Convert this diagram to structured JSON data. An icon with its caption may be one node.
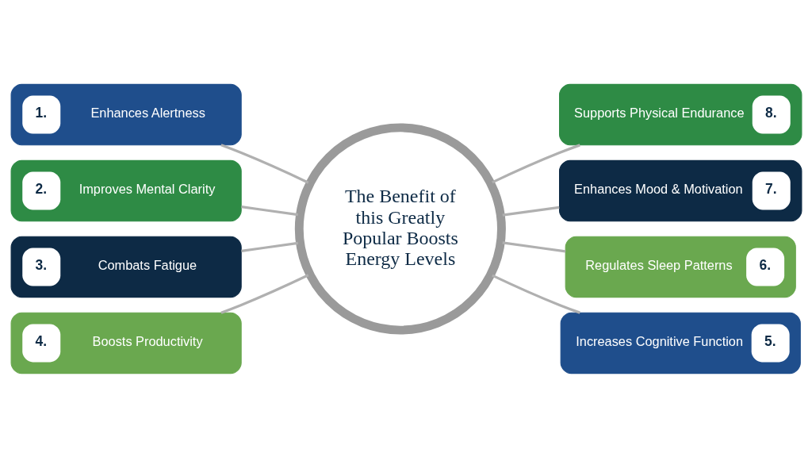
{
  "diagram": {
    "nodes": [
      {
        "text": [
          "The Benefit of this Greatly Popular Boosts Energy Levels"
        ]
      },
      {
        "text": [
          "1.",
          "Enhances Alertness"
        ]
      },
      {
        "text": [
          "2.",
          "Improves Mental Clarity"
        ]
      },
      {
        "text": [
          "3.",
          "Combats Fatigue"
        ]
      },
      {
        "text": [
          "4.",
          "Boosts Productivity"
        ]
      },
      {
        "text": [
          "Increases Cognitive Function",
          "5."
        ]
      },
      {
        "text": [
          "Regulates Sleep Patterns",
          "6."
        ]
      },
      {
        "text": [
          "Enhances Mood & Motivation",
          "7."
        ]
      },
      {
        "text": [
          "Supports Physical Endurance",
          "8."
        ]
      }
    ],
    "edges": [
      {
        "from": 1,
        "to": 0,
        "arrow": "none"
      },
      {
        "from": 2,
        "to": 0,
        "arrow": "none"
      },
      {
        "from": 3,
        "to": 0,
        "arrow": "none"
      },
      {
        "from": 4,
        "to": 0,
        "arrow": "none"
      },
      {
        "from": 0,
        "to": 5,
        "arrow": "none"
      },
      {
        "from": 0,
        "to": 6,
        "arrow": "none"
      },
      {
        "from": 0,
        "to": 7,
        "arrow": "none"
      },
      {
        "from": 0,
        "to": 8,
        "arrow": "none"
      }
    ]
  }
}
